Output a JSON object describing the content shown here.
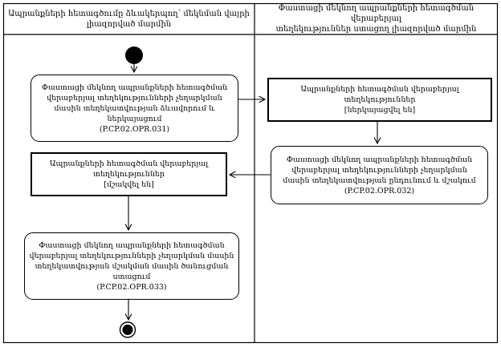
{
  "diagram": {
    "title_code_prefix": "P.CP.02.OPR",
    "lanes": [
      {
        "id": "departure-authority",
        "title": "Ապրանքների հետագծումը ձևակերպող՝ մեկնման վայրի\nլիազորված մարմին"
      },
      {
        "id": "receiving-authority",
        "title": "Փաստացի մեկնող ապրանքների հետագծման վերաբերյալ\nտեղեկություններ ստացող լիազորված մարմին"
      }
    ],
    "nodes": {
      "activity_031": {
        "type": "activity",
        "code": "P.CP.02.OPR.031",
        "text": "Փաստացի մեկնող ապրանքների հետագծման\nվերաբերյալ տեղեկությունների չեղարկման\nմասին տեղեկատվության ձևավորում և\nներկայացում\n(P.CP.02.OPR.031)"
      },
      "object_submitted": {
        "type": "object",
        "text": "Ապրանքների հետագծման վերաբերյալ\nտեղեկություններ\n[ներկայացվել են]"
      },
      "activity_032": {
        "type": "activity",
        "code": "P.CP.02.OPR.032",
        "text": "Փաստացի մեկնող ապրանքների հետագծման\nվերաբերյալ տեղեկությունների չեղարկման\nմասին տեղեկատվության ընդունում և մշակում\n(P.CP.02.OPR.032)"
      },
      "object_processed": {
        "type": "object",
        "text": "Ապրանքների հետագծման վերաբերյալ\nտեղեկություններ\n[մշակվել են]"
      },
      "activity_033": {
        "type": "activity",
        "code": "P.CP.02.OPR.033",
        "text": "Փաստացի մեկնող ապրանքների հետագծման\nվերաբերյալ տեղեկությունների չեղարկման մասին\nտեղեկատվության մշակման մասին ծանուցման\nստացում\n(P.CP.02.OPR.033)"
      }
    },
    "flow": [
      "start -> activity_031",
      "activity_031 -> object_submitted",
      "object_submitted -> activity_032",
      "activity_032 -> object_processed",
      "object_processed -> activity_033",
      "activity_033 -> end"
    ],
    "colors": {
      "line": "#000000",
      "background": "#ffffff",
      "node_fill": "#ffffff",
      "text": "#000000"
    }
  }
}
